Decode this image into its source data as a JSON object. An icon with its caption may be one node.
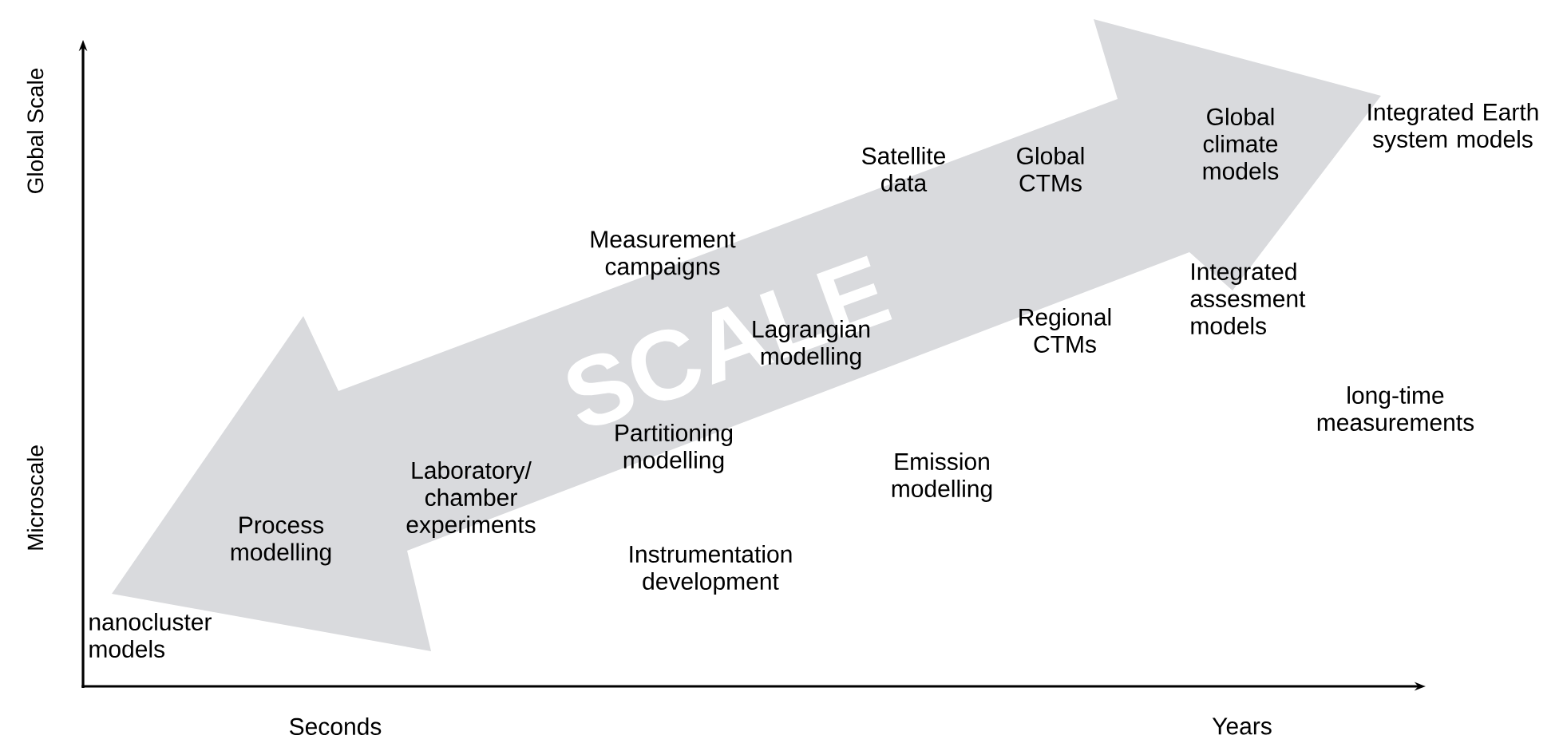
{
  "diagram": {
    "labels": [
      "Global Scale",
      "Microscale",
      "Integrated Earth system models",
      "Global climate models",
      "Satellite data",
      "Global CTMs",
      "Measurement campaigns",
      "SCALE",
      "Integrated assesment models",
      "Lagrangian modelling",
      "Regional CTMs",
      "long-time measurements",
      "Partitioning modelling",
      "Laboratory/ chamber experiments",
      "Emission modelling",
      "Process modelling",
      "Instrumentation development",
      "nanocluster models",
      "Seconds",
      "Years"
    ]
  }
}
